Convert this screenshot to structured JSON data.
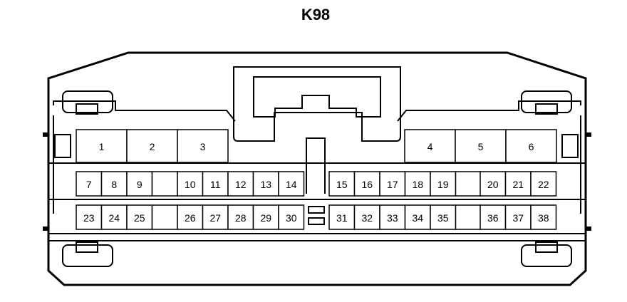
{
  "connector": {
    "title": "K98",
    "large_pins": [
      "1",
      "2",
      "3",
      "4",
      "5",
      "6"
    ],
    "row1_pins": [
      "7",
      "8",
      "9",
      "10",
      "11",
      "12",
      "13",
      "14",
      "15",
      "16",
      "17",
      "18",
      "19",
      "20",
      "21",
      "22"
    ],
    "row2_pins": [
      "23",
      "24",
      "25",
      "26",
      "27",
      "28",
      "29",
      "30",
      "31",
      "32",
      "33",
      "34",
      "35",
      "36",
      "37",
      "38"
    ]
  }
}
